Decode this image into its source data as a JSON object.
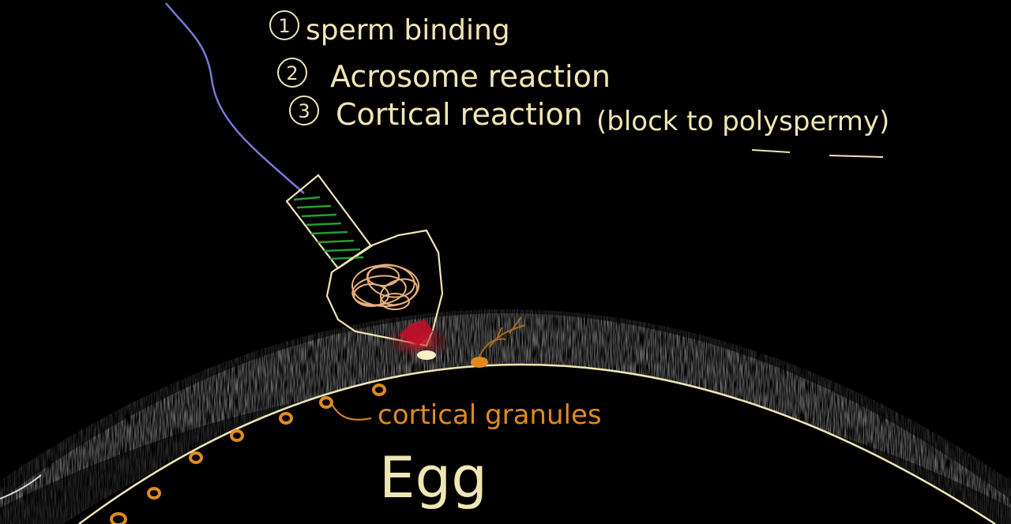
{
  "steps": [
    {
      "num": "1",
      "text": "sperm binding"
    },
    {
      "num": "2",
      "text": "Acrosome reaction"
    },
    {
      "num": "3",
      "text": "Cortical reaction",
      "note": "(block to polyspermy)"
    }
  ],
  "labels": {
    "cortical_granules": "cortical granules",
    "egg": "Egg"
  },
  "colors": {
    "chalk": "#efe6b4",
    "flagellum": "#7b78d8",
    "midpiece_stripes": "#2c9a35",
    "nucleus": "#e8b07a",
    "granule": "#e08a1e",
    "acrosome_burst": "#c0102a",
    "jelly_coat": "#9a9a9a"
  }
}
